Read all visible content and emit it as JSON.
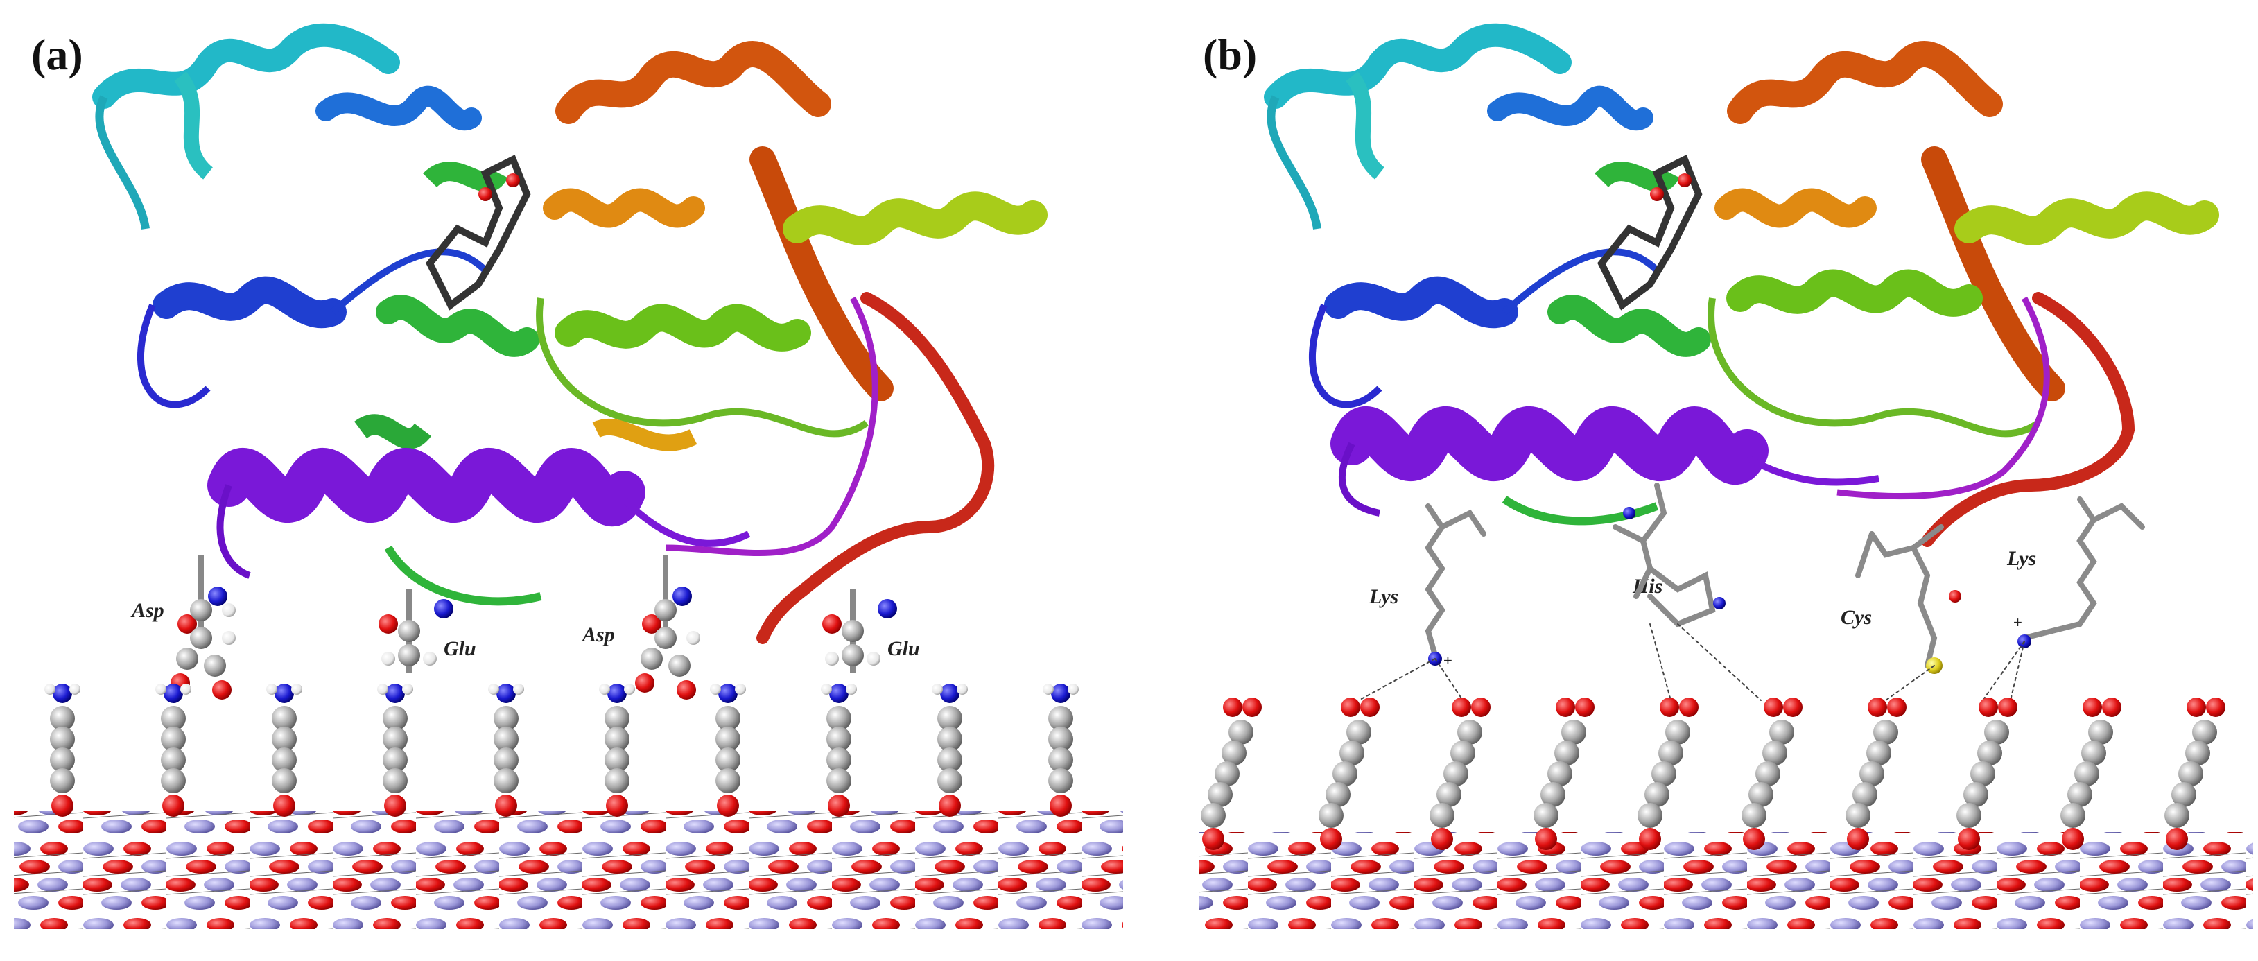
{
  "panels": [
    {
      "label": "(a)",
      "residues": [
        "Asp",
        "Glu",
        "Asp",
        "Glu"
      ]
    },
    {
      "label": "(b)",
      "residues": [
        "Lys",
        "His",
        "Cys",
        "Lys"
      ]
    }
  ],
  "colors": {
    "helix_cyan": "#22b8c8",
    "helix_blue": "#1f3fd0",
    "helix_green": "#2fb43a",
    "helix_yellowgreen": "#a8cc1a",
    "helix_orange": "#e07a12",
    "helix_darkorange": "#d2550e",
    "helix_purple": "#7a18d8",
    "coil_red": "#c8281a",
    "coil_magenta": "#a020c8",
    "oxygen": "#e01010",
    "nitrogen": "#1a1ad0",
    "carbon": "#a0a0a0",
    "hydrogen": "#f0f0f0",
    "surface_metal": "#9a96d8"
  }
}
